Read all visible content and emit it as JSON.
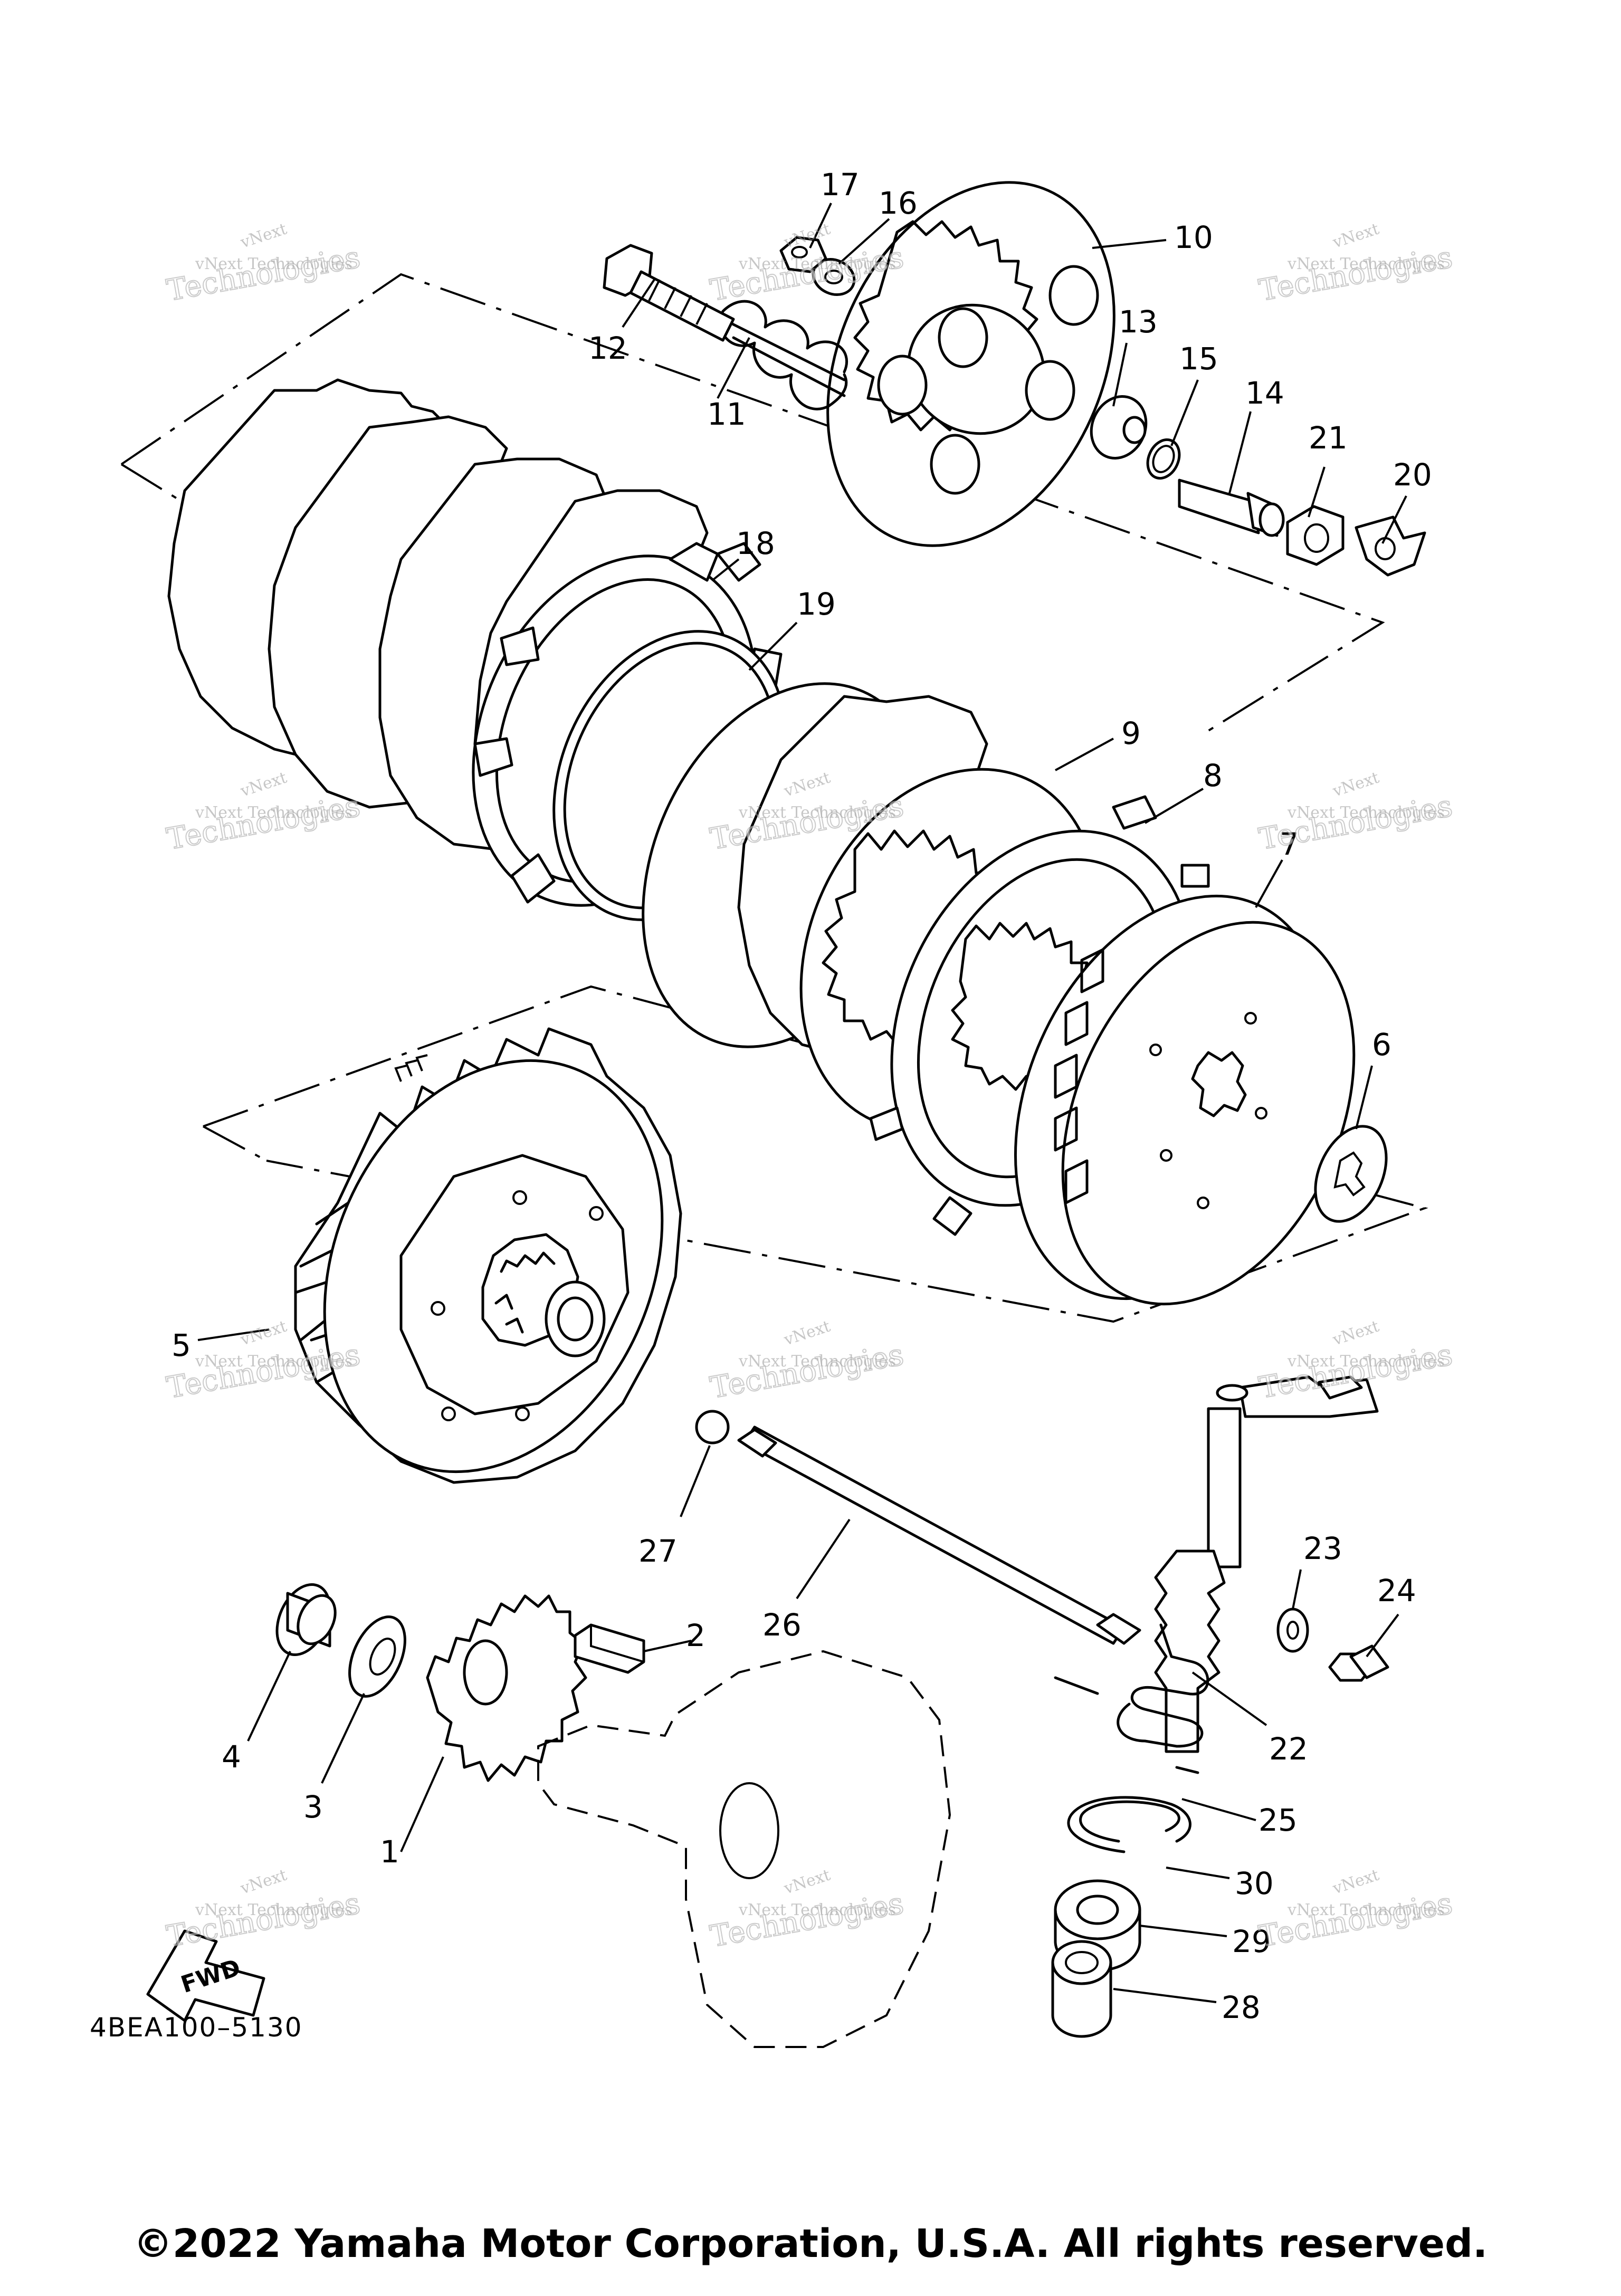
{
  "diagram": {
    "drawing_code": "4BEA100–5130",
    "fwd_label": "FWD",
    "watermark_line1": "vNext Technologies",
    "watermark_line2": "Technologies",
    "watermark_mark": "vNext",
    "callouts": [
      "1",
      "2",
      "3",
      "4",
      "5",
      "6",
      "7",
      "8",
      "9",
      "10",
      "11",
      "12",
      "13",
      "14",
      "15",
      "16",
      "17",
      "18",
      "19",
      "20",
      "21",
      "22",
      "23",
      "24",
      "25",
      "26",
      "27",
      "28",
      "29",
      "30"
    ]
  },
  "footer": {
    "copyright": "©2022 Yamaha Motor Corporation, U.S.A. All rights reserved."
  }
}
